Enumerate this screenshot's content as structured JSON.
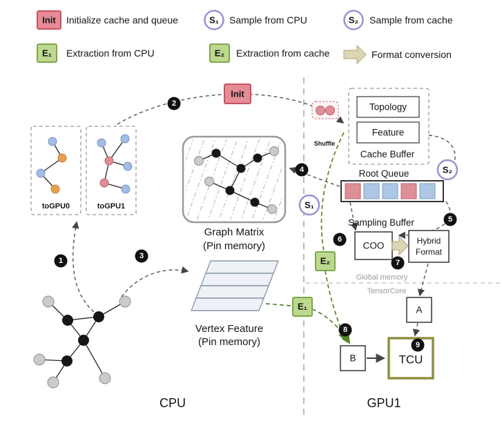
{
  "legend": {
    "init": {
      "label": "Init",
      "desc": "Initialize cache and queue"
    },
    "s1": {
      "label": "S₁",
      "desc": "Sample from CPU"
    },
    "s2": {
      "label": "S₂",
      "desc": "Sample from cache"
    },
    "e1": {
      "label": "E₁",
      "desc": "Extraction from CPU"
    },
    "e2": {
      "label": "E₂",
      "desc": "Extraction from cache"
    },
    "format": {
      "desc": "Format conversion"
    }
  },
  "markers": {
    "init": "Init",
    "s1": "S₁",
    "s2": "S₂",
    "e1": "E₁",
    "e2": "E₂"
  },
  "cpu": {
    "region_label": "CPU",
    "togpu0_label": "toGPU0",
    "togpu1_label": "toGPU1",
    "graph_matrix": {
      "title": "Graph Matrix",
      "subtitle": "(Pin memory)"
    },
    "vertex_feature": {
      "title": "Vertex Feature",
      "subtitle": "(Pin memory)"
    }
  },
  "gpu": {
    "region_label": "GPU1",
    "shuffle_label": "Shuffle",
    "cache_buffer": {
      "label": "Cache Buffer",
      "topology": "Topology",
      "feature": "Feature"
    },
    "root_queue_label": "Root Queue",
    "sampling_buffer_label": "Sampling Buffer",
    "coo_label": "COO",
    "hybrid_format": {
      "line1": "Hybrid",
      "line2": "Format"
    },
    "global_memory_label": "Global memory",
    "tensorcore_label": "TensorCore",
    "a_label": "A",
    "b_label": "B",
    "tcu_label": "TCU"
  },
  "badges": [
    "1",
    "2",
    "3",
    "4",
    "5",
    "6",
    "7",
    "8",
    "9"
  ],
  "colors": {
    "init_fill": "#e58c96",
    "init_border": "#c5525f",
    "sample_border": "#a08fd0",
    "extract_fill": "#bcd98f",
    "extract_border": "#7fa648",
    "format_fill": "#ddd6b4",
    "format_border": "#b9ae85",
    "queue_red": "#dd8f98",
    "queue_blue": "#adc6e5",
    "node_blue": "#a3bce3",
    "node_orange": "#e8a050",
    "node_red": "#dd8f98",
    "node_gray": "#cbcbcb",
    "node_black": "#161616",
    "tcu_border": "#8f9040",
    "green_arrow": "#55842c"
  }
}
